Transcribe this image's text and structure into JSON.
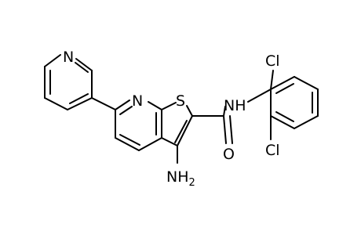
{
  "diagram": {
    "type": "chemical-structure",
    "atoms": {
      "pyridine_n": {
        "symbol": "N"
      },
      "ring_n": {
        "symbol": "N"
      },
      "sulfur": {
        "symbol": "S"
      },
      "amide_nh": {
        "symbol": "NH"
      },
      "carbonyl_o": {
        "symbol": "O"
      },
      "amino": {
        "symbol": "NH",
        "subscript": "2"
      },
      "chlorine_top": {
        "symbol": "Cl"
      },
      "chlorine_bottom": {
        "symbol": "Cl"
      }
    }
  }
}
